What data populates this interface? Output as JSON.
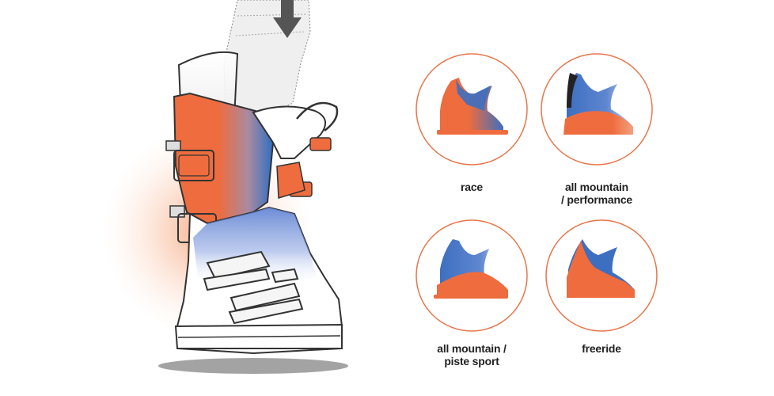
{
  "colors": {
    "orange": "#ee6c3e",
    "blue": "#3d6fc0",
    "circle_outline": "#e8764a",
    "outline": "#333333",
    "glow": "#f7b490"
  },
  "types": [
    {
      "label_lines": [
        "race"
      ],
      "icon": "race-boot-icon"
    },
    {
      "label_lines": [
        "all mountain",
        "/ performance"
      ],
      "icon": "all-mountain-performance-boot-icon"
    },
    {
      "label_lines": [
        "all mountain /",
        "piste sport"
      ],
      "icon": "all-mountain-piste-sport-boot-icon"
    },
    {
      "label_lines": [
        "freeride"
      ],
      "icon": "freeride-boot-icon"
    }
  ]
}
